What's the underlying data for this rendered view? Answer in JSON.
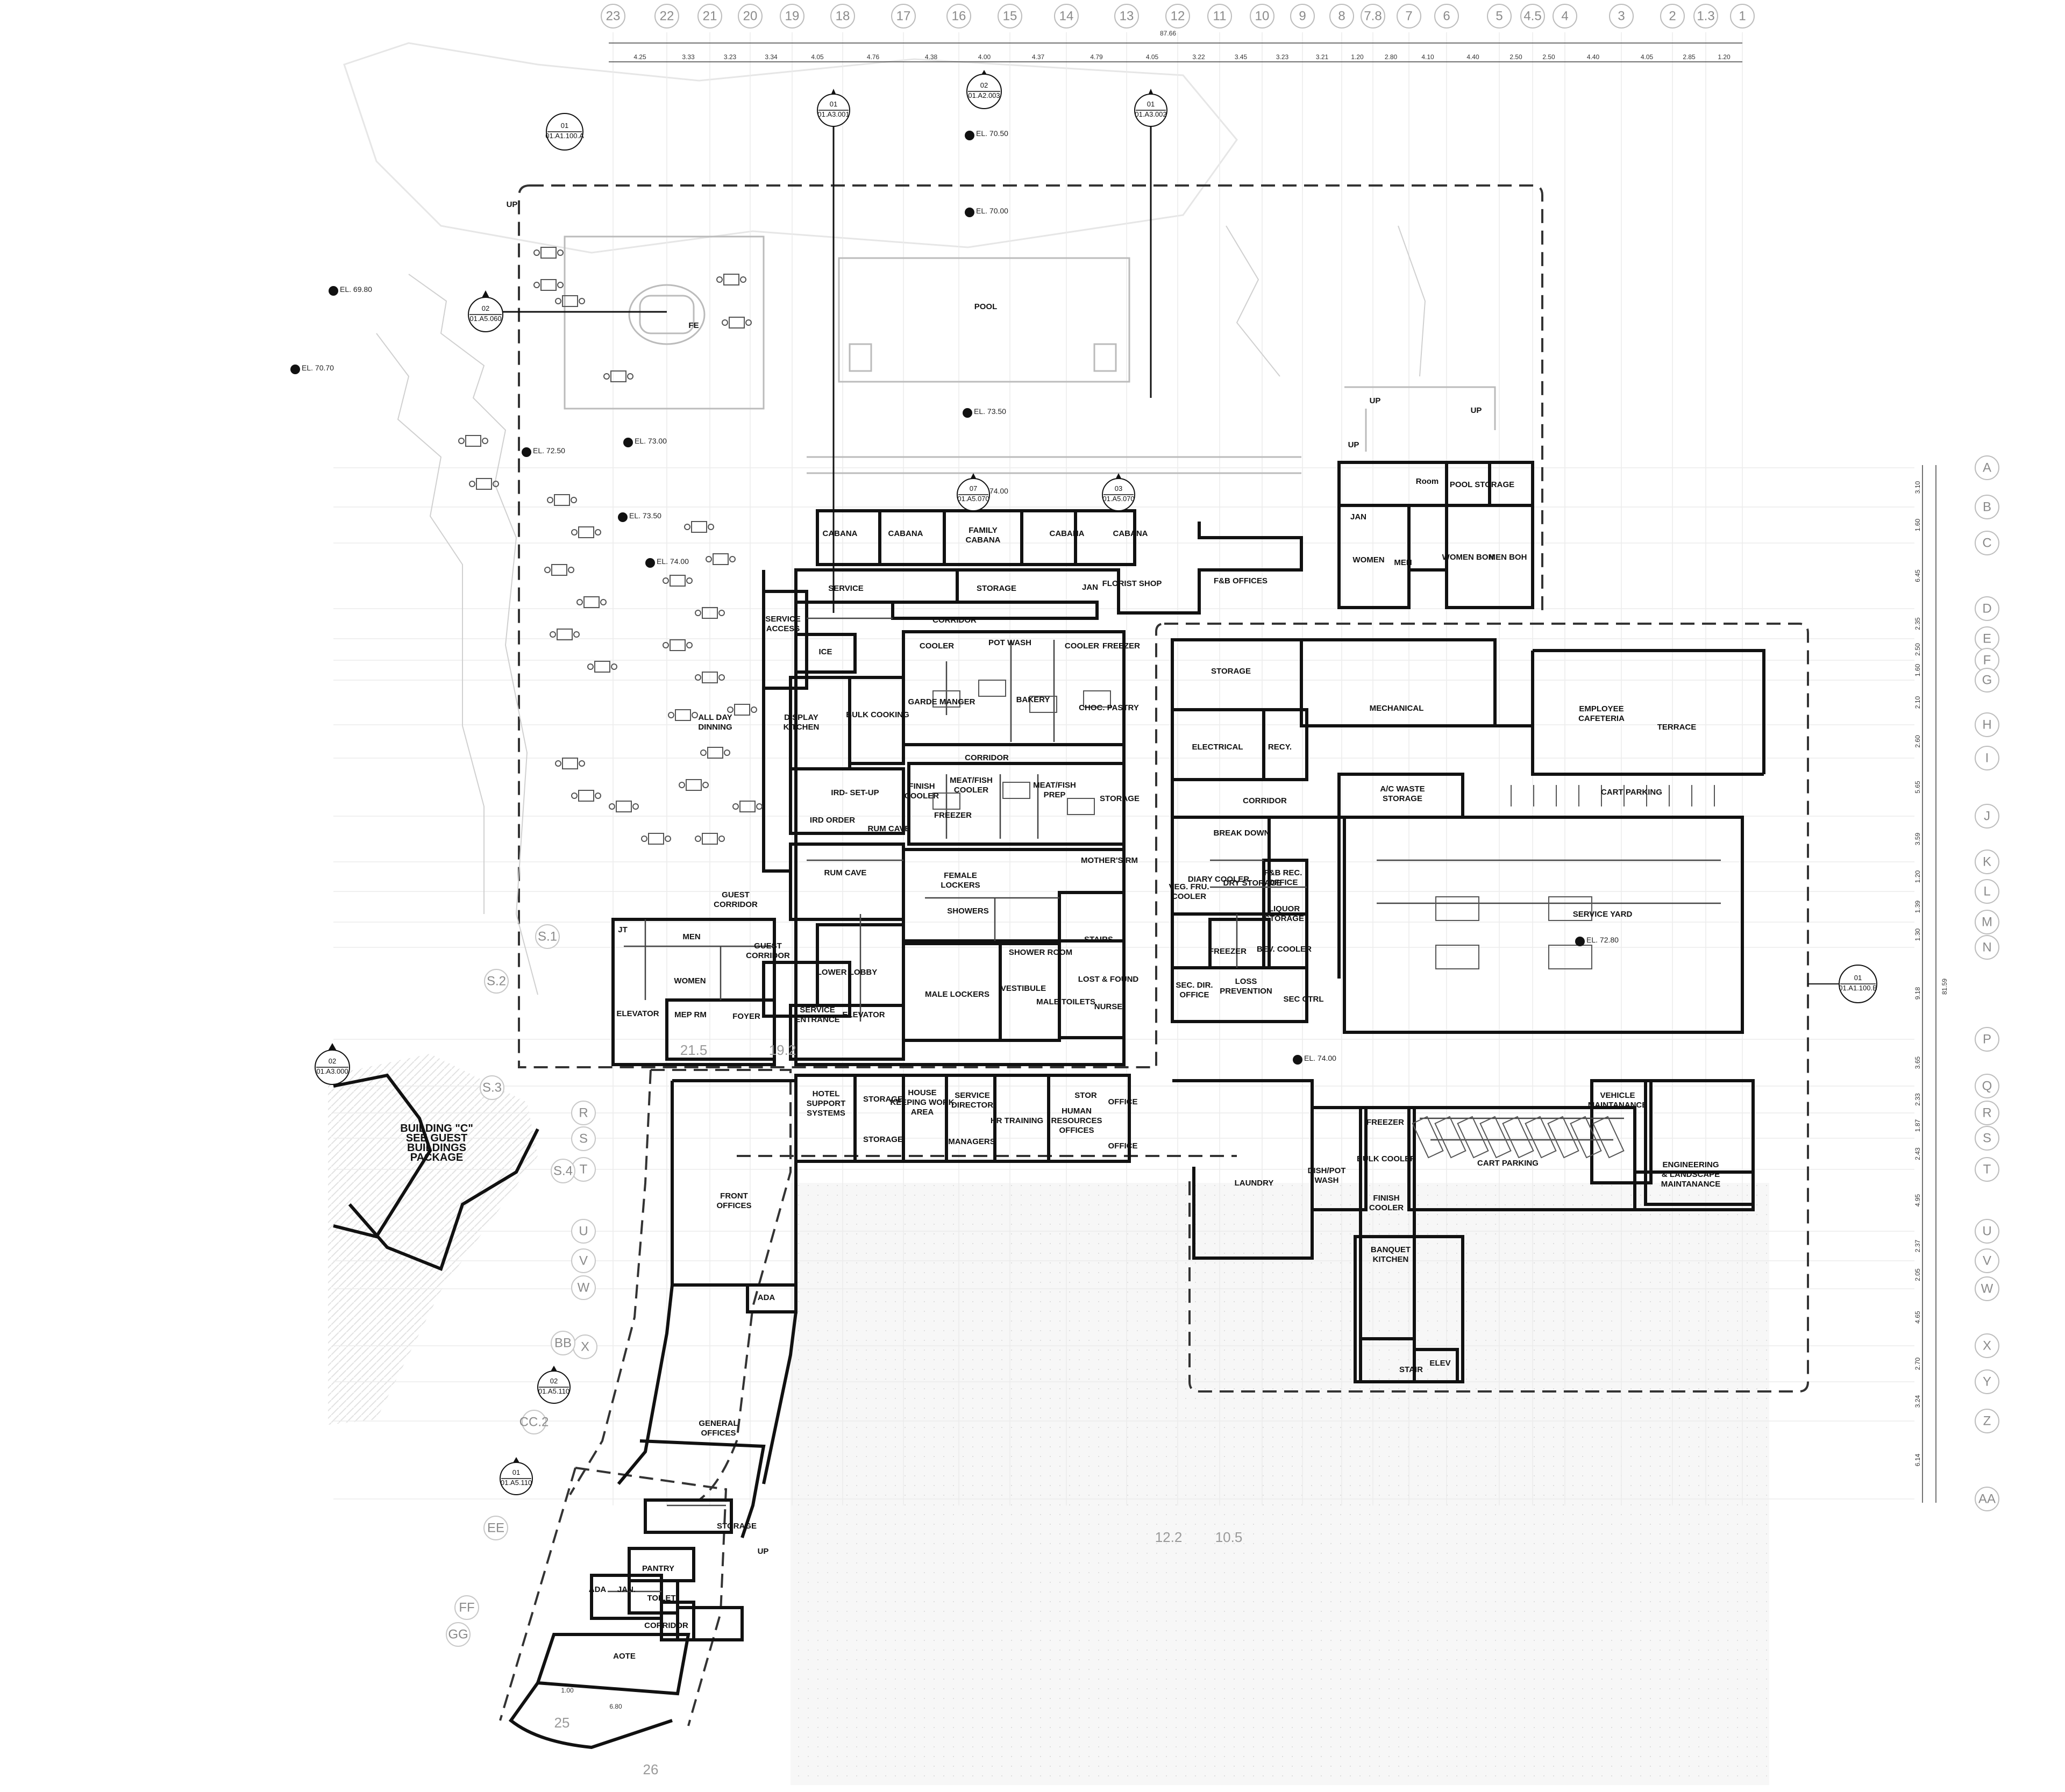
{
  "plan": {
    "grid_top": [
      "23",
      "22",
      "21",
      "20",
      "19",
      "18",
      "17",
      "16",
      "15",
      "14",
      "13",
      "12",
      "11",
      "10",
      "9",
      "8",
      "7.8",
      "7",
      "6",
      "5",
      "4.5",
      "4",
      "3",
      "2",
      "1.3",
      "1"
    ],
    "overall_dimension": "87.66",
    "top_dimensions": [
      "4.25",
      "3.33",
      "3.23",
      "3.34",
      "4.05",
      "4.76",
      "4.38",
      "4.00",
      "4.37",
      "4.79",
      "4.05",
      "3.22",
      "3.45",
      "3.23",
      "3.21",
      "1.20",
      "2.80",
      "4.10",
      "4.40",
      "2.50",
      "2.50",
      "4.40",
      "4.05",
      "2.85",
      "1.20"
    ],
    "grid_right": [
      "A",
      "B",
      "C",
      "D",
      "E",
      "F",
      "G",
      "H",
      "I",
      "J",
      "K",
      "L",
      "M",
      "N",
      "P",
      "Q",
      "R",
      "S",
      "T",
      "U",
      "V",
      "W",
      "X",
      "Y",
      "Z",
      "AA"
    ],
    "right_dimensions": [
      "3.10",
      "1.60",
      "6.45",
      "2.35",
      "2.50",
      "1.60",
      "2.10",
      "2.60",
      "5.65",
      "3.59",
      "1.20",
      "1.39",
      "1.30",
      "9.18",
      "3.65",
      "2.33",
      "1.87",
      "2.43",
      "4.95",
      "2.37",
      "2.05",
      "4.65",
      "2.70",
      "3.24",
      "6.14"
    ],
    "right_overall_dimension": "81.59",
    "grid_left": [
      "R",
      "S",
      "T",
      "U",
      "V",
      "W",
      "X",
      "BB",
      "CC.2",
      "EE",
      "FF",
      "GG",
      "S.1",
      "S.2",
      "S.3",
      "S.4"
    ],
    "misc_grid_text": [
      "21.5",
      "19.2",
      "12.2",
      "10.5",
      "25",
      "26"
    ],
    "elevations": [
      "EL. 70.50",
      "EL. 70.00",
      "EL. 69.80",
      "EL. 70.70",
      "EL. 73.50",
      "EL. 72.50",
      "EL. 73.00",
      "EL. 73.50",
      "EL. 74.00",
      "EL. 74.00",
      "EL. 72.80",
      "EL. 74.00"
    ],
    "section_tags": [
      {
        "num": "01",
        "ref": "01.A1.100.A"
      },
      {
        "num": "01",
        "ref": "01.A3.001"
      },
      {
        "num": "02",
        "ref": "01.A2.003"
      },
      {
        "num": "01",
        "ref": "01.A3.002"
      },
      {
        "num": "02",
        "ref": "01.A5.060"
      },
      {
        "num": "07",
        "ref": "01.A5.070"
      },
      {
        "num": "03",
        "ref": "01.A5.070"
      },
      {
        "num": "02",
        "ref": "01.A3.000"
      },
      {
        "num": "01",
        "ref": "01.A1.100.B"
      },
      {
        "num": "02",
        "ref": "01.A5.110"
      },
      {
        "num": "01",
        "ref": "01.A5.110"
      }
    ],
    "room_labels": [
      "POOL",
      "FE",
      "UP",
      "UP",
      "UP",
      "UP",
      "CABANA",
      "CABANA",
      "FAMILY CABANA",
      "CABANA",
      "CABANA",
      "SERVICE",
      "STORAGE",
      "JAN",
      "FLORIST SHOP",
      "F&B OFFICES",
      "CORRIDOR",
      "SERVICE ACCESS",
      "ICE",
      "COOLER",
      "POT WASH",
      "COOLER",
      "FREEZER",
      "ALL DAY DINNING",
      "DISPLAY KITCHEN",
      "BULK COOKING",
      "GARDE MANGER",
      "BAKERY",
      "CHOC. PASTRY",
      "CORRIDOR",
      "IRD- SET-UP",
      "FINISH COOLER",
      "MEAT/FISH COOLER",
      "MEAT/FISH PREP",
      "STORAGE",
      "IRD ORDER",
      "RUM CAVE",
      "FREEZER",
      "RUM CAVE",
      "FEMALE LOCKERS",
      "MOTHER'S RM",
      "GUEST CORRIDOR",
      "SHOWERS",
      "JT",
      "MEN",
      "GUEST CORRIDOR",
      "STAIRS",
      "SHOWER ROOM",
      "WOMEN",
      "LOWER LOBBY",
      "MALE LOCKERS",
      "VESTIBULE",
      "LOST & FOUND",
      "ELEVATOR",
      "MEP RM",
      "FOYER",
      "SERVICE ENTRANCE",
      "ELEVATOR",
      "MALE TOILETS",
      "NURSE",
      "JAN",
      "Room",
      "POOL STORAGE",
      "WOMEN",
      "MEN",
      "WOMEN BOH",
      "MEN BOH",
      "STORAGE",
      "MECHANICAL",
      "EMPLOYEE CAFETERIA",
      "TERRACE",
      "ELECTRICAL",
      "RECY.",
      "CORRIDOR",
      "A/C WASTE STORAGE",
      "CART PARKING",
      "BREAK DOWN",
      "DIARY COOLER",
      "F&B REC. OFFICE",
      "DRY STORAGE",
      "VEG. FRU. COOLER",
      "LIQUOR STORAGE",
      "SERVICE YARD",
      "FREEZER",
      "BEV. COOLER",
      "SEC. DIR. OFFICE",
      "LOSS PREVENTION",
      "SEC CTRL",
      "HOTEL SUPPORT SYSTEMS",
      "STORAGE",
      "HOUSE KEEPING WORK AREA",
      "SERVICE DIRECTOR",
      "HR TRAINING",
      "STOR",
      "OFFICE",
      "HUMAN RESOURCES OFFICES",
      "STORAGE",
      "MANAGERS",
      "OFFICE",
      "LAUNDRY",
      "DISH/POT WASH",
      "FREEZER",
      "BULK COOLER",
      "FINISH COOLER",
      "BANQUET KITCHEN",
      "STAIR",
      "ELEV",
      "CART PARKING",
      "VEHICLE MAINTANANCE",
      "ENGINEERING & LANDSCAPE MAINTANANCE",
      "FRONT OFFICES",
      "ADA",
      "GENERAL OFFICES",
      "STORAGE",
      "UP",
      "PANTRY",
      "ADA",
      "JAN.",
      "TOILET",
      "CORRIDOR",
      "AOTE",
      "BUILDING \"C\" SEE GUEST BUILDINGS PACKAGE"
    ],
    "small_dims": [
      "1.00",
      "6.80"
    ]
  }
}
